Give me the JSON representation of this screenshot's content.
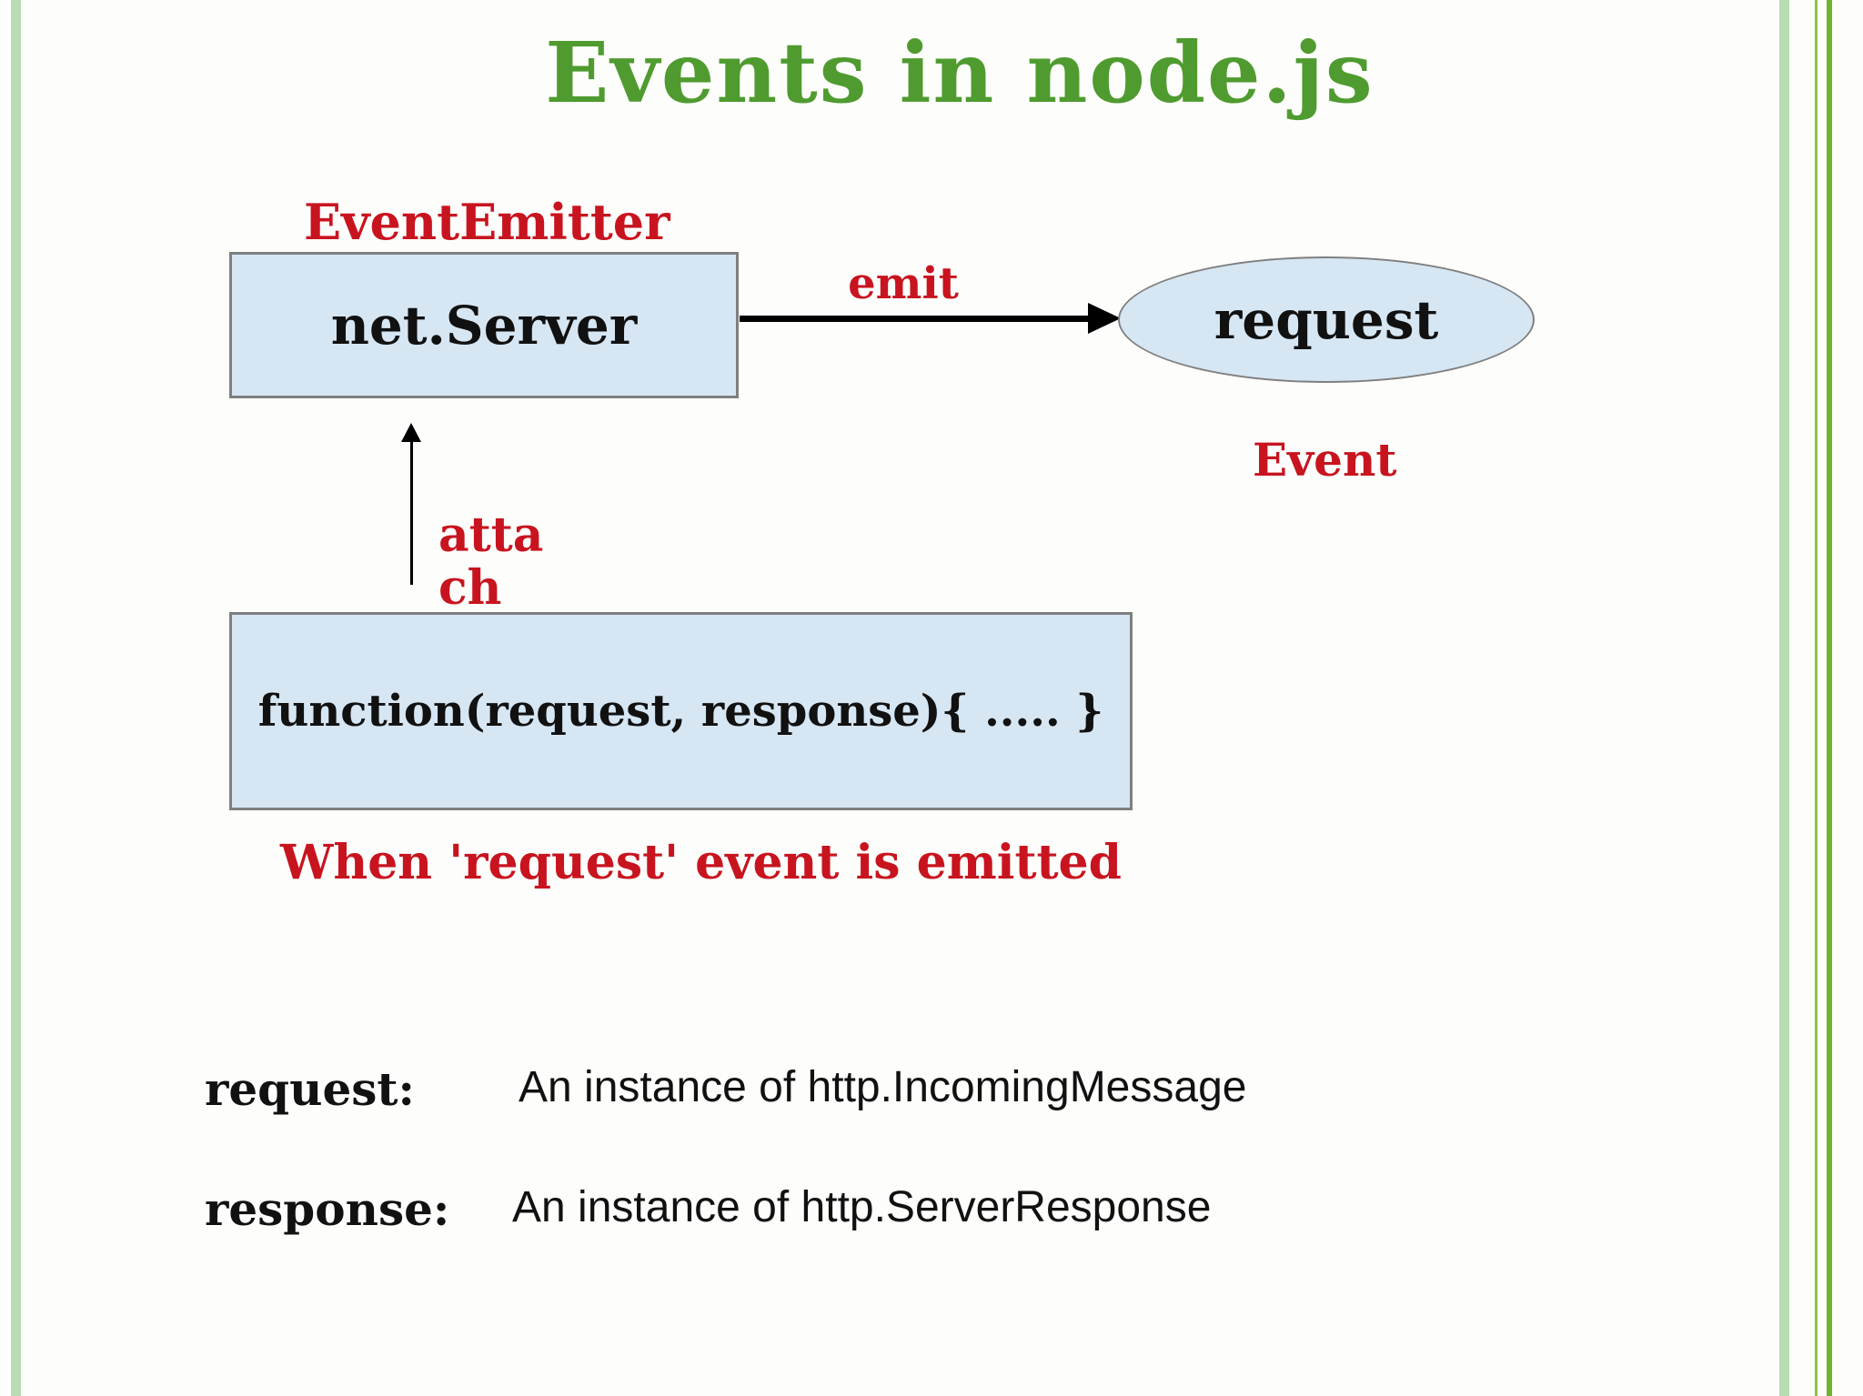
{
  "slide": {
    "title": "Events in node.js",
    "diagram": {
      "emitter_label": "EventEmitter",
      "server_box_label": "net.Server",
      "emit_label": "emit",
      "event_node_label": "request",
      "event_label": "Event",
      "attach_label": "attach",
      "handler_box_label": "function(request, response){ ..... }",
      "when_caption": "When 'request' event is emitted"
    },
    "definitions": [
      {
        "term": "request:",
        "description": "An instance of http.IncomingMessage"
      },
      {
        "term": "response:",
        "description": "An instance of http.ServerResponse"
      }
    ]
  },
  "colors": {
    "title_green": "#4f9b2f",
    "label_red": "#c8141f",
    "node_fill": "#d6e6f3",
    "node_border": "#7f7f7f",
    "text_black": "#111111",
    "border_light_green": "#b9dcb2",
    "border_mid_green": "#8cc63e",
    "border_bright_green": "#6fb42c"
  }
}
